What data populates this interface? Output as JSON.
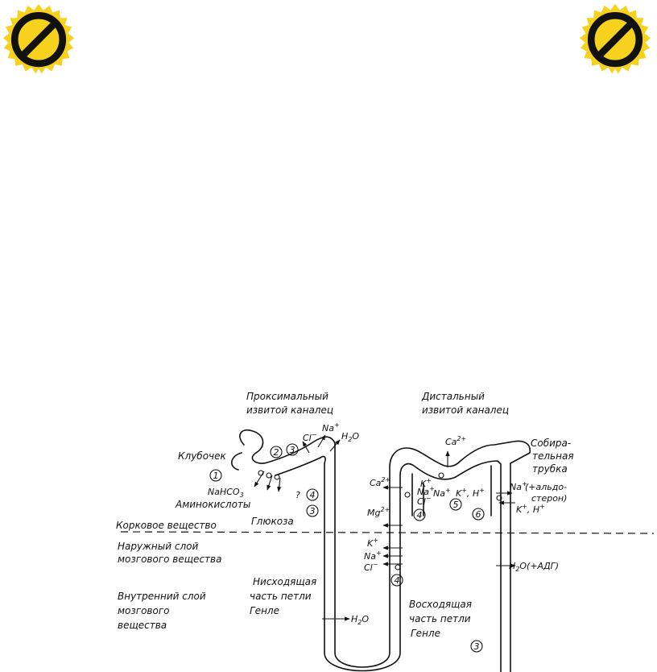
{
  "colors": {
    "badge_yellow": "#f6d21f",
    "badge_black": "#111111",
    "line": "#111111"
  },
  "icons": {
    "left": "no-entry-sign-icon",
    "right": "no-entry-sign-icon"
  },
  "titles": {
    "proximal_1": "Проксимальный",
    "proximal_2": "извитой каналец",
    "distal_1": "Дистальный",
    "distal_2": "извитой каналец",
    "collecting_1": "Собира-",
    "collecting_2": "тельная",
    "collecting_3": "трубка",
    "descending_1": "Нисходящая",
    "descending_2": "часть петли",
    "descending_3": "Генле",
    "ascending_1": "Восходящая",
    "ascending_2": "часть петли",
    "ascending_3": "Генле"
  },
  "zones": {
    "cortex": "Корковое вещество",
    "outer_1": "Наружный слой",
    "outer_2": "мозгового вещества",
    "inner_1": "Внутренний слой",
    "inner_2": "мозгового",
    "inner_3": "вещества"
  },
  "labels": {
    "glomerulus": "Клубочек",
    "nahco3": "NaHCO",
    "nahco3_sub": "3",
    "amino": "Аминокислоты",
    "glucose": "Глюкоза",
    "cl": "Cl",
    "cl_sup": "−",
    "na": "Na",
    "plus": "+",
    "h2o": "H",
    "h2o_sub": "2",
    "h2o_o": "O",
    "ca": "Ca",
    "ca_sup": "2+",
    "mg": "Mg",
    "mg_sup": "2+",
    "k": "K",
    "kh": "K",
    "h": "H",
    "question": "?",
    "aldo": "(+альдо-",
    "aldo_2": "стерон)",
    "adh": "(+АДГ)"
  },
  "numbers": {
    "n1": "1",
    "n2": "2",
    "n3": "3",
    "n4": "4",
    "n5": "5",
    "n6": "6"
  }
}
